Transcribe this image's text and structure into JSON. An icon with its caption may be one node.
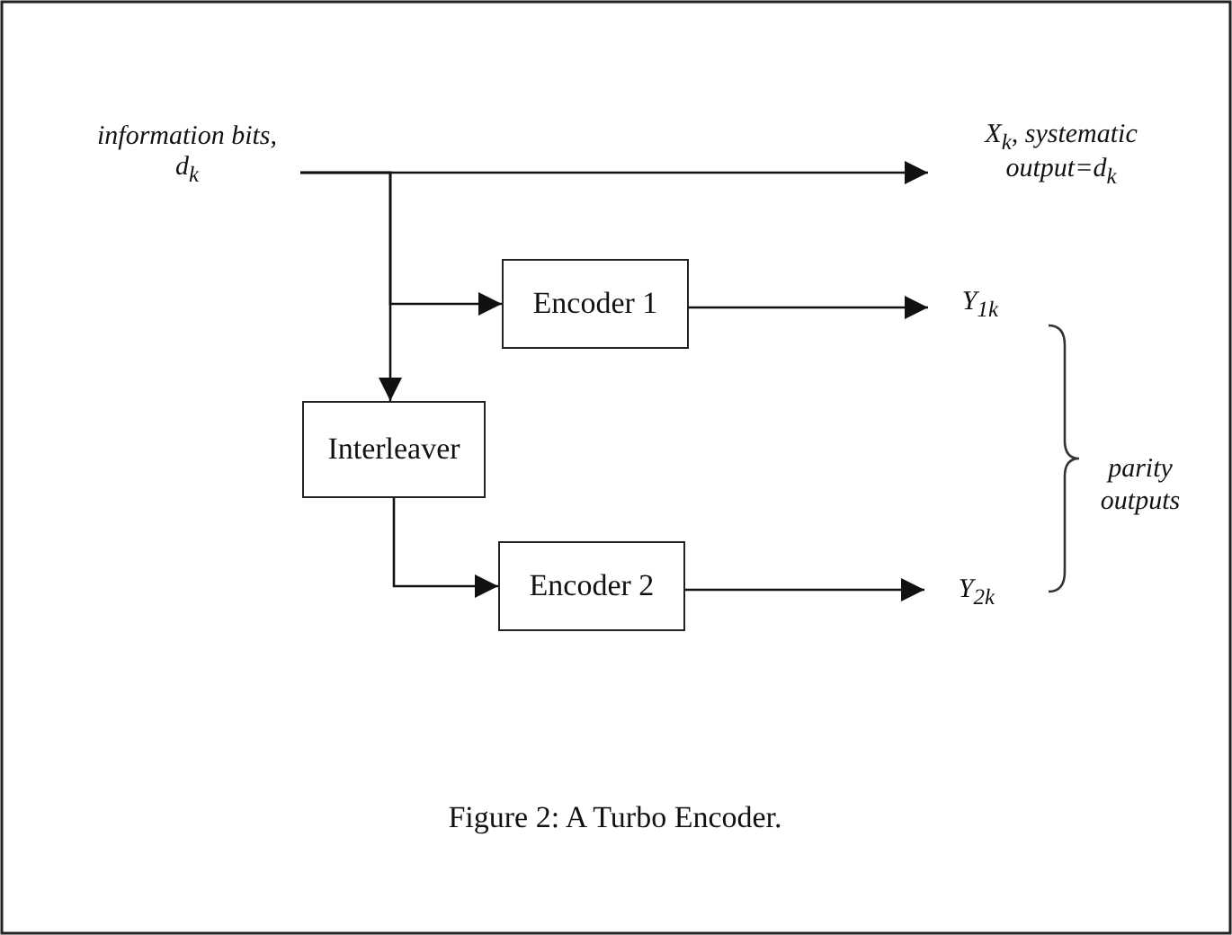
{
  "diagram": {
    "caption": "Figure 2: A Turbo Encoder.",
    "nodes": [
      {
        "text": [
          "information bits, d$_{k}$"
        ]
      },
      {
        "text": [
          "X$_{k}$, systematic output=d$_{k}$"
        ]
      },
      {
        "text": [
          "Encoder 1"
        ]
      },
      {
        "text": [
          "Y$_{1k}$"
        ]
      },
      {
        "text": [
          "Interleaver"
        ]
      },
      {
        "text": [
          "Encoder 2"
        ]
      },
      {
        "text": [
          "Y$_{2k}$"
        ]
      }
    ],
    "edges": [
      {
        "from": 0,
        "to": 1,
        "arrow": "to"
      },
      {
        "from": 0,
        "to": 2,
        "arrow": "to"
      },
      {
        "from": 0,
        "to": 4,
        "arrow": "to"
      },
      {
        "from": 2,
        "to": 3,
        "arrow": "to"
      },
      {
        "from": 4,
        "to": 5,
        "arrow": "to"
      },
      {
        "from": 5,
        "to": 6,
        "arrow": "to"
      }
    ],
    "labels": [
      "parity outputs"
    ]
  }
}
